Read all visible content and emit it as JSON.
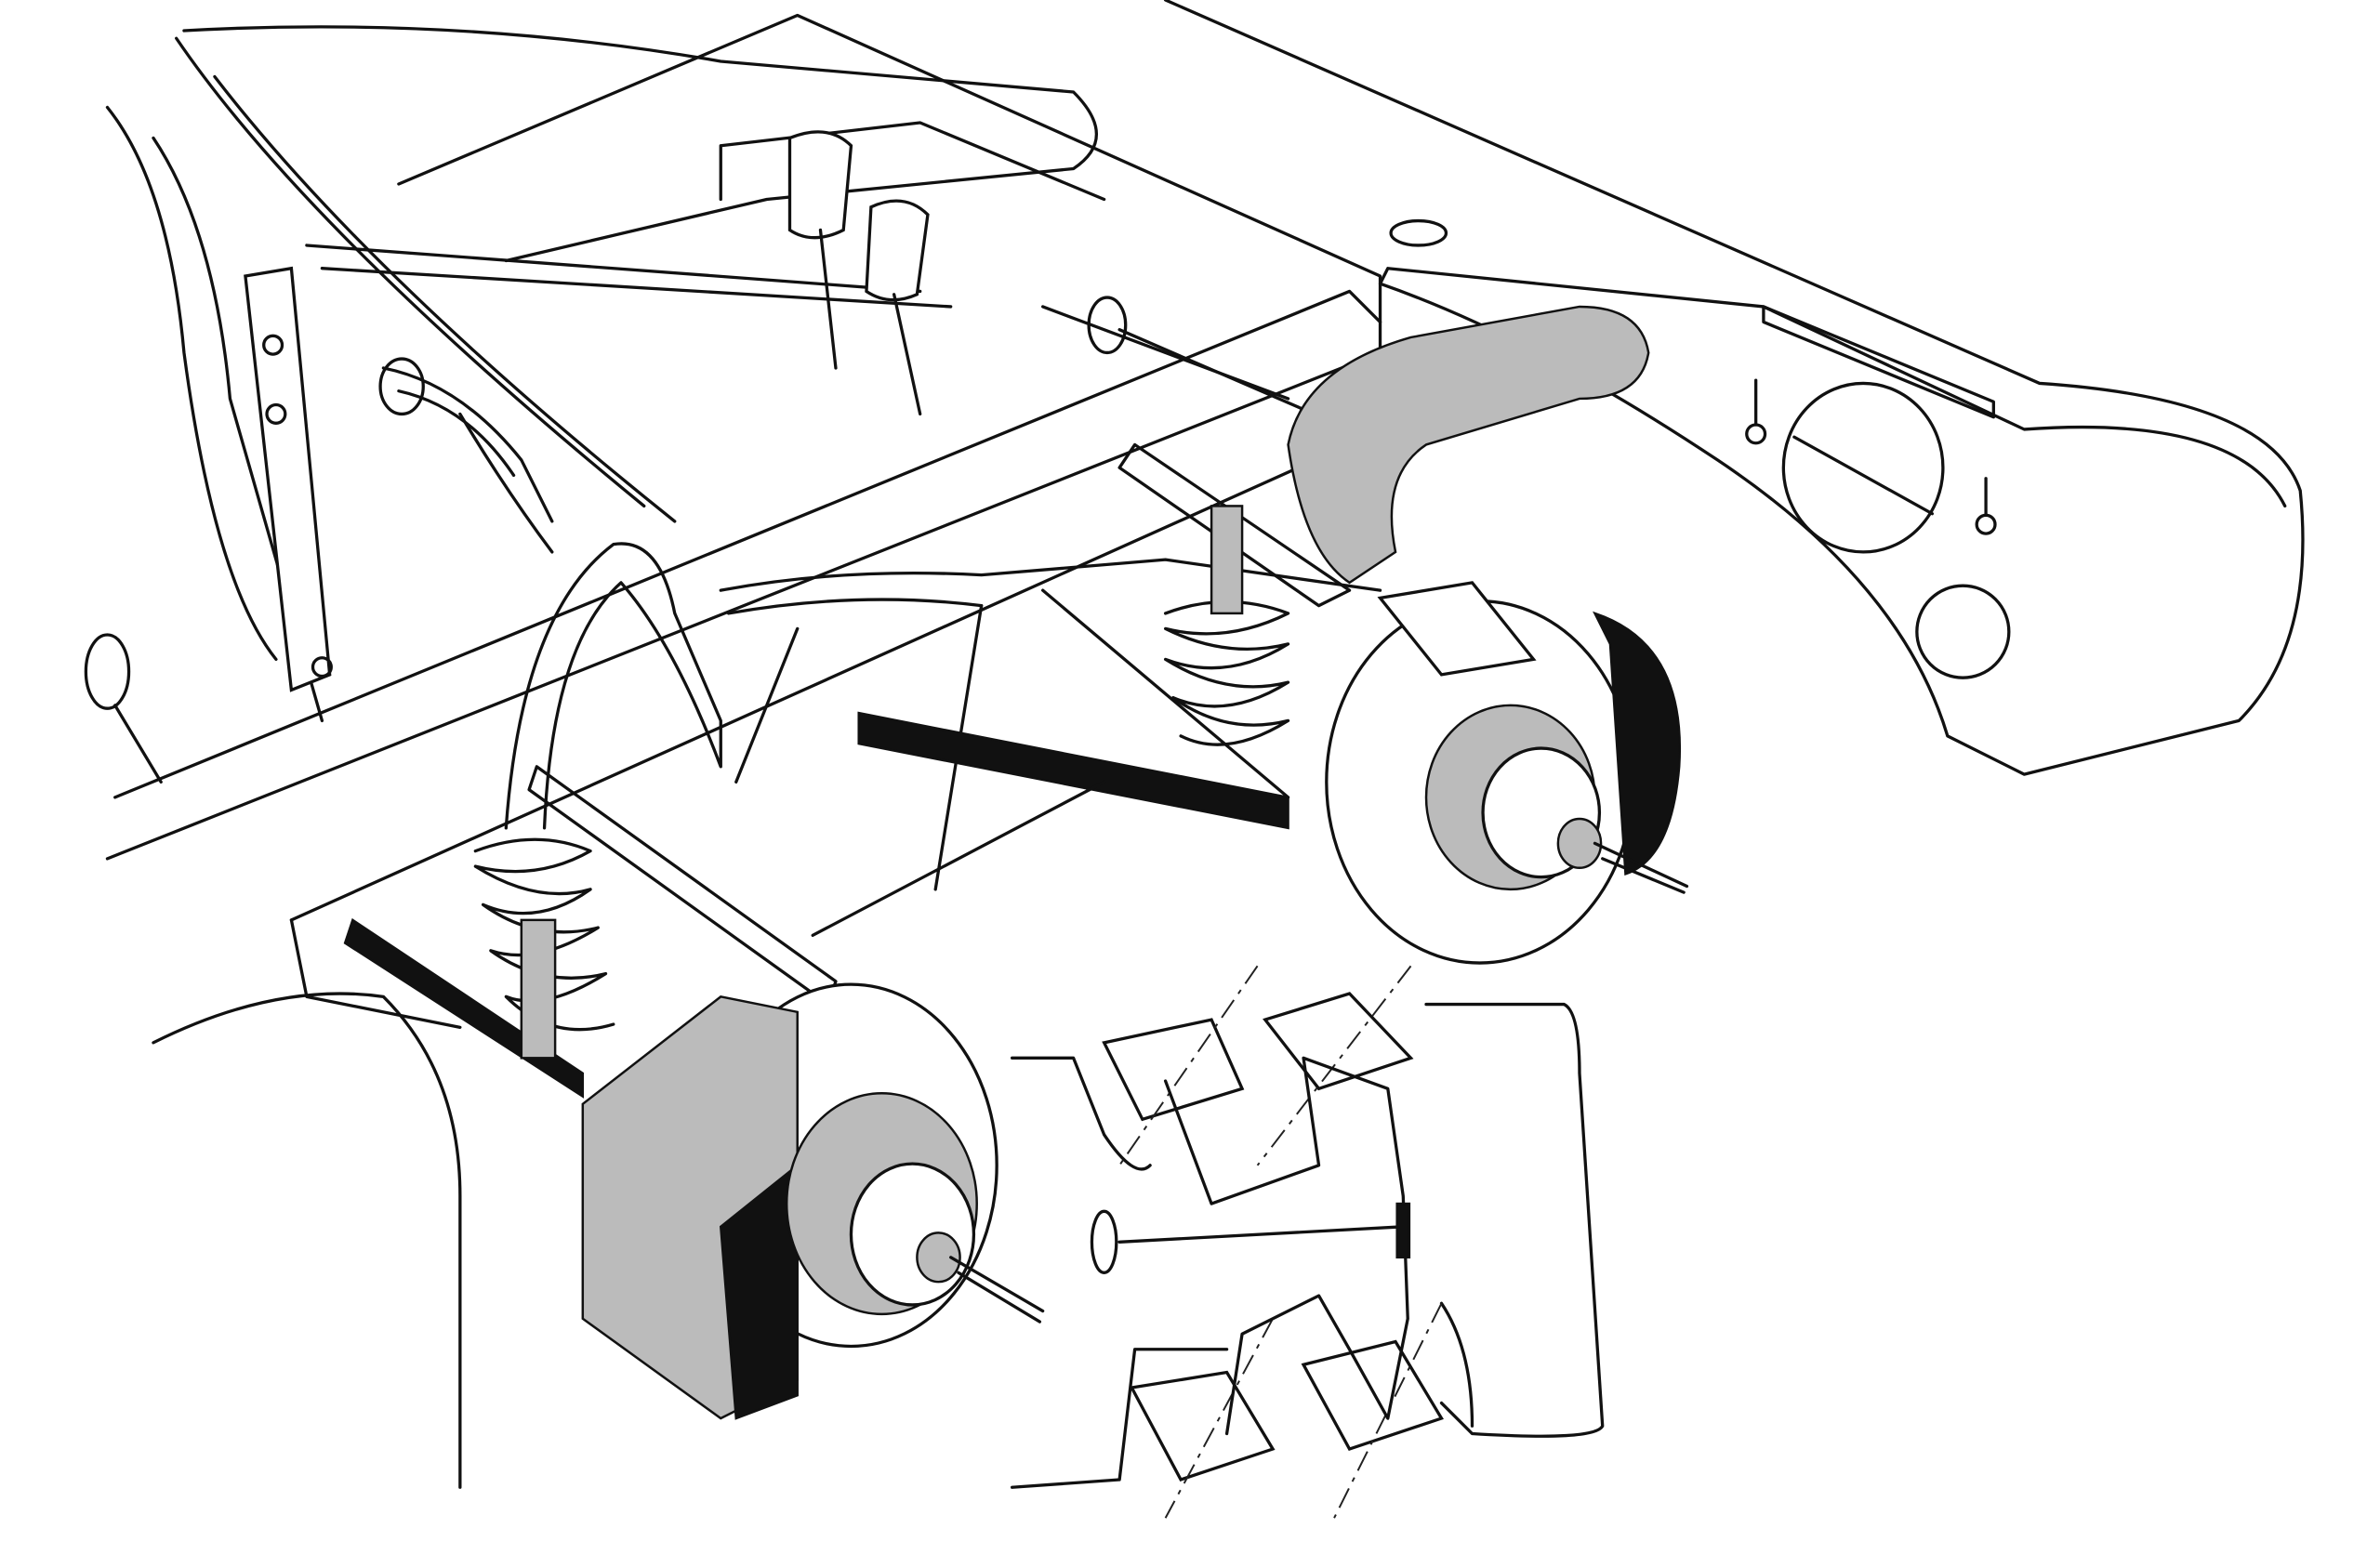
{
  "colors": {
    "ink": "#111111",
    "paper": "#ffffff",
    "shade": "#bbbbbb"
  },
  "illustration": {
    "parts": [
      "chassis-frame",
      "roll-bar",
      "pedals",
      "gear-lever",
      "front-left-wheel-hub",
      "front-right-wheel-hub",
      "brake-disc-left",
      "brake-disc-right",
      "coil-spring-shock-left",
      "coil-spring-shock-right",
      "wishbones",
      "steering-rack",
      "exhaust-duct",
      "body-panel",
      "steering-linkage-diagram"
    ]
  }
}
